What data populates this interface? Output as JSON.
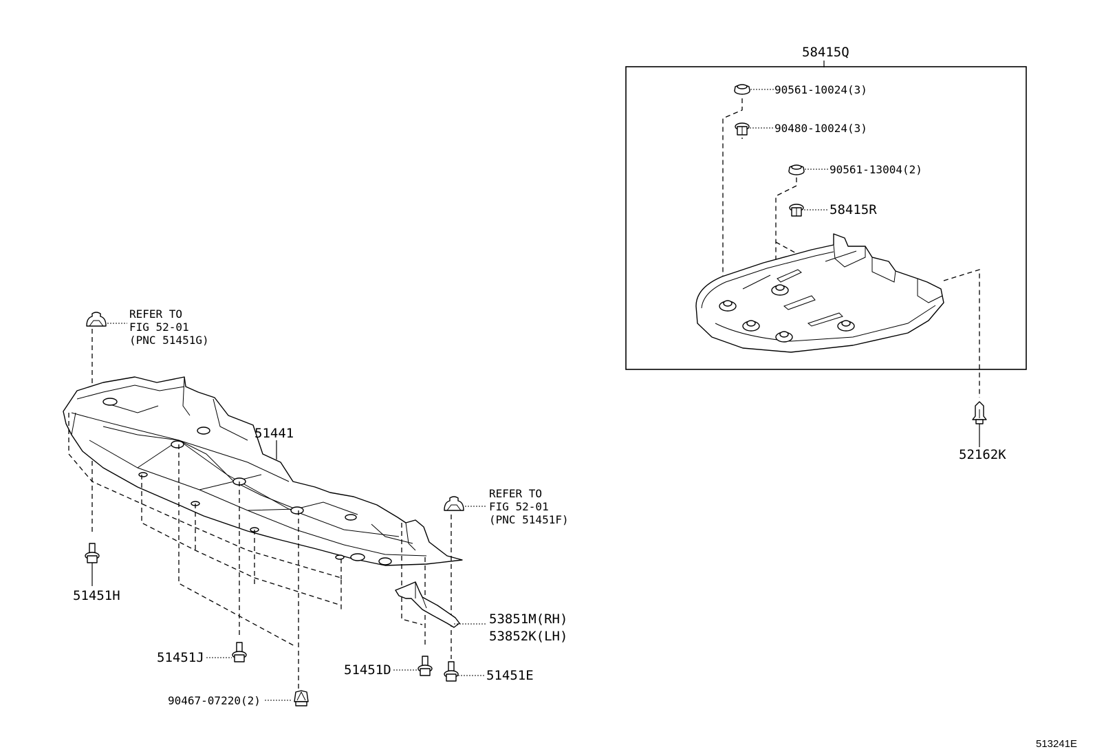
{
  "diagram": {
    "set_label": "58415Q",
    "set_parts": [
      {
        "id": "90561-10024",
        "label": "90561-10024(3)"
      },
      {
        "id": "90480-10024",
        "label": "90480-10024(3)"
      },
      {
        "id": "90561-13004",
        "label": "90561-13004(2)"
      },
      {
        "id": "58415R",
        "label": "58415R"
      }
    ],
    "rear_clip": "52162K",
    "main_cover": "51441",
    "refer_left": {
      "line1": "REFER TO",
      "line2": "FIG 52-01",
      "line3": "(PNC 51451G)"
    },
    "refer_right": {
      "line1": "REFER TO",
      "line2": "FIG 52-01",
      "line3": "(PNC 51451F)"
    },
    "fasteners": {
      "left_bolt": "51451H",
      "center_bolt": "51451J",
      "center_clip": "90467-07220(2)",
      "right_bolt_a": "51451D",
      "right_bolt_b": "51451E"
    },
    "brackets": {
      "rh": "53851M(RH)",
      "lh": "53852K(LH)"
    },
    "figure_code": "513241E"
  }
}
